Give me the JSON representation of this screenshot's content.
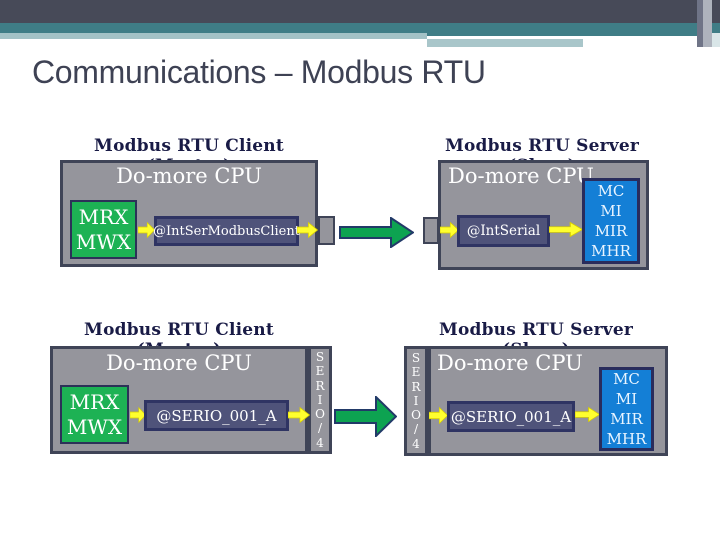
{
  "slide_title": "Communications – Modbus RTU",
  "palette": {
    "header_bar": "#474a58",
    "teal_band": "#3f7d86",
    "light_teal_band": "#a3c2c6",
    "cpu_box_fill": "#95959c",
    "box_border": "#3f4457",
    "instruction_green": "#1db254",
    "function_block_fill": "#4f537a",
    "memory_blue": "#147fd6",
    "arrow_yellow": "#ffff2e",
    "flow_arrow_green": "#0da351"
  },
  "groups": {
    "top_left": {
      "header": "Modbus RTU Client (Master)",
      "cpu_label": "Do-more CPU",
      "instruction_lines": [
        "MRX",
        "MWX"
      ],
      "function_block": "@IntSerModbusClient"
    },
    "top_right": {
      "header": "Modbus RTU Server (Slave)",
      "cpu_label": "Do-more CPU",
      "function_block": "@IntSerial",
      "memory_items": [
        "MC",
        "MI",
        "MIR",
        "MHR"
      ]
    },
    "bottom_left": {
      "header": "Modbus RTU Client (Master)",
      "cpu_label": "Do-more CPU",
      "instruction_lines": [
        "MRX",
        "MWX"
      ],
      "function_block": "@SERIO_001_A",
      "port_letters": [
        "S",
        "E",
        "R",
        "I",
        "O",
        "/",
        "4"
      ]
    },
    "bottom_right": {
      "header": "Modbus RTU Server (Slave)",
      "cpu_label": "Do-more CPU",
      "port_letters": [
        "S",
        "E",
        "R",
        "I",
        "O",
        "/",
        "4"
      ],
      "function_block": "@SERIO_001_A",
      "memory_items": [
        "MC",
        "MI",
        "MIR",
        "MHR"
      ]
    }
  }
}
